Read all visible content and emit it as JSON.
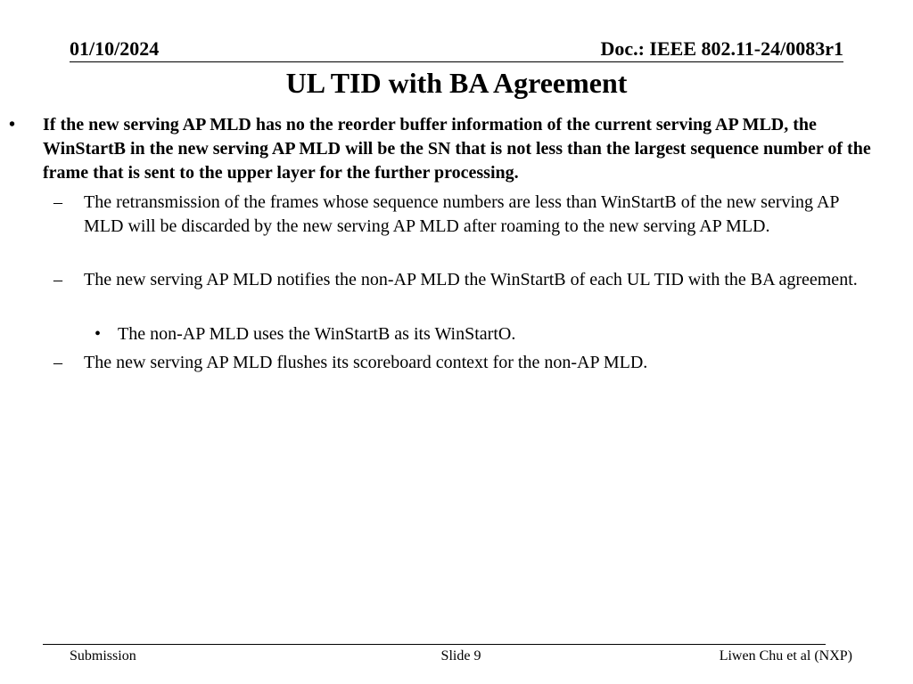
{
  "header": {
    "date": "01/10/2024",
    "doc_id": "Doc.: IEEE 802.11-24/0083r1"
  },
  "slide": {
    "title": "UL TID with BA Agreement",
    "bullets": [
      {
        "level": 1,
        "marker": "•",
        "text": "If the new serving AP MLD has no the reorder buffer information of the current serving AP MLD, the WinStartB in the new serving AP MLD will be the SN  that is not less than the largest sequence number of the frame that is sent to the upper layer for the further processing."
      },
      {
        "level": 2,
        "marker": "–",
        "text": "The retransmission of the frames whose sequence numbers are less than WinStartB of the new serving AP MLD will be discarded by the new serving AP MLD after roaming to the new serving AP MLD."
      },
      {
        "level": 2,
        "marker": "–",
        "text": "The new serving AP MLD notifies the non-AP MLD the WinStartB of each UL TID with the BA agreement."
      },
      {
        "level": 3,
        "marker": "•",
        "text": "The non-AP MLD uses the WinStartB as its WinStartO."
      },
      {
        "level": 2,
        "marker": "–",
        "text": "The new serving AP MLD flushes its scoreboard context for the non-AP MLD."
      }
    ]
  },
  "footer": {
    "left": "Submission",
    "center": "Slide 9",
    "right": "Liwen Chu et al (NXP)"
  }
}
